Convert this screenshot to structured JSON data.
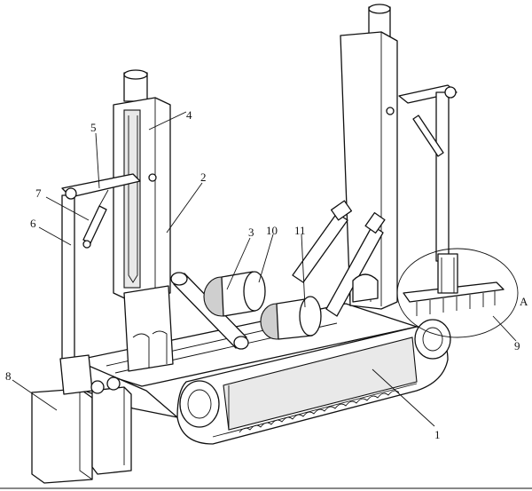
{
  "labels": {
    "l1": "1",
    "l2": "2",
    "l3": "3",
    "l4": "4",
    "l5": "5",
    "l6": "6",
    "l7": "7",
    "l8": "8",
    "l9": "9",
    "l10": "10",
    "l11": "11",
    "lA": "A"
  }
}
